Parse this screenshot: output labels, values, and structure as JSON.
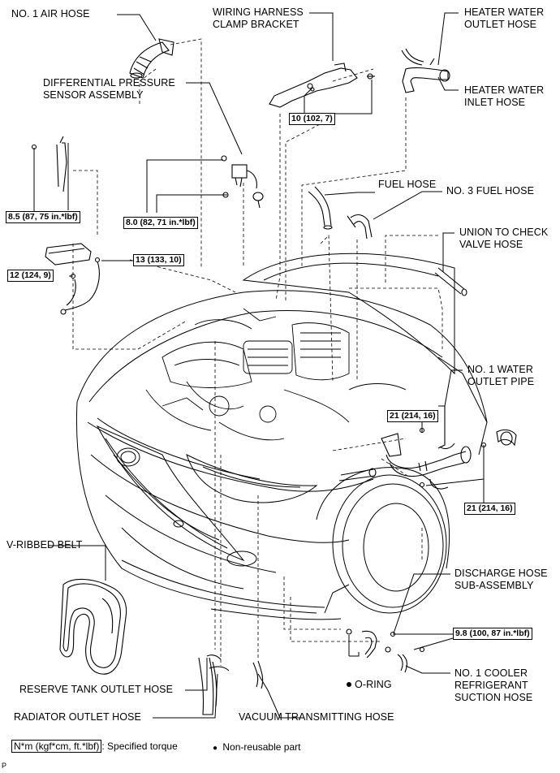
{
  "labels": {
    "air_hose": "NO. 1 AIR HOSE",
    "wiring_bracket": "WIRING HARNESS\nCLAMP BRACKET",
    "heater_outlet": "HEATER WATER\nOUTLET HOSE",
    "diff_sensor": "DIFFERENTIAL PRESSURE\nSENSOR ASSEMBLY",
    "heater_inlet": "HEATER WATER\nINLET HOSE",
    "fuel_hose": "FUEL HOSE",
    "fuel_hose3": "NO. 3 FUEL HOSE",
    "union_check": "UNION TO CHECK\nVALVE HOSE",
    "water_pipe": "NO. 1 WATER\nOUTLET PIPE",
    "v_belt": "V-RIBBED BELT",
    "discharge": "DISCHARGE HOSE\nSUB-ASSEMBLY",
    "o_ring": "O-RING",
    "cooler_suction": "NO. 1 COOLER\nREFRIGERANT\nSUCTION HOSE",
    "reserve_tank": "RESERVE TANK OUTLET HOSE",
    "radiator_hose": "RADIATOR OUTLET HOSE",
    "vacuum_hose": "VACUUM TRANSMITTING HOSE",
    "page_id": "P"
  },
  "torques": {
    "t_10": "10 (102, 7)",
    "t_85": "8.5 (87, 75 in.*lbf)",
    "t_80": "8.0 (82, 71 in.*lbf)",
    "t_13": "13 (133, 10)",
    "t_12": "12 (124, 9)",
    "t_21a": "21 (214, 16)",
    "t_21b": "21 (214, 16)",
    "t_98": "9.8 (100, 87 in.*lbf)"
  },
  "legend": {
    "unit_box": "N*m (kgf*cm, ft.*lbf)",
    "unit_text": ": Specified torque",
    "bullet": "●",
    "nonreusable": "Non-reusable part"
  }
}
